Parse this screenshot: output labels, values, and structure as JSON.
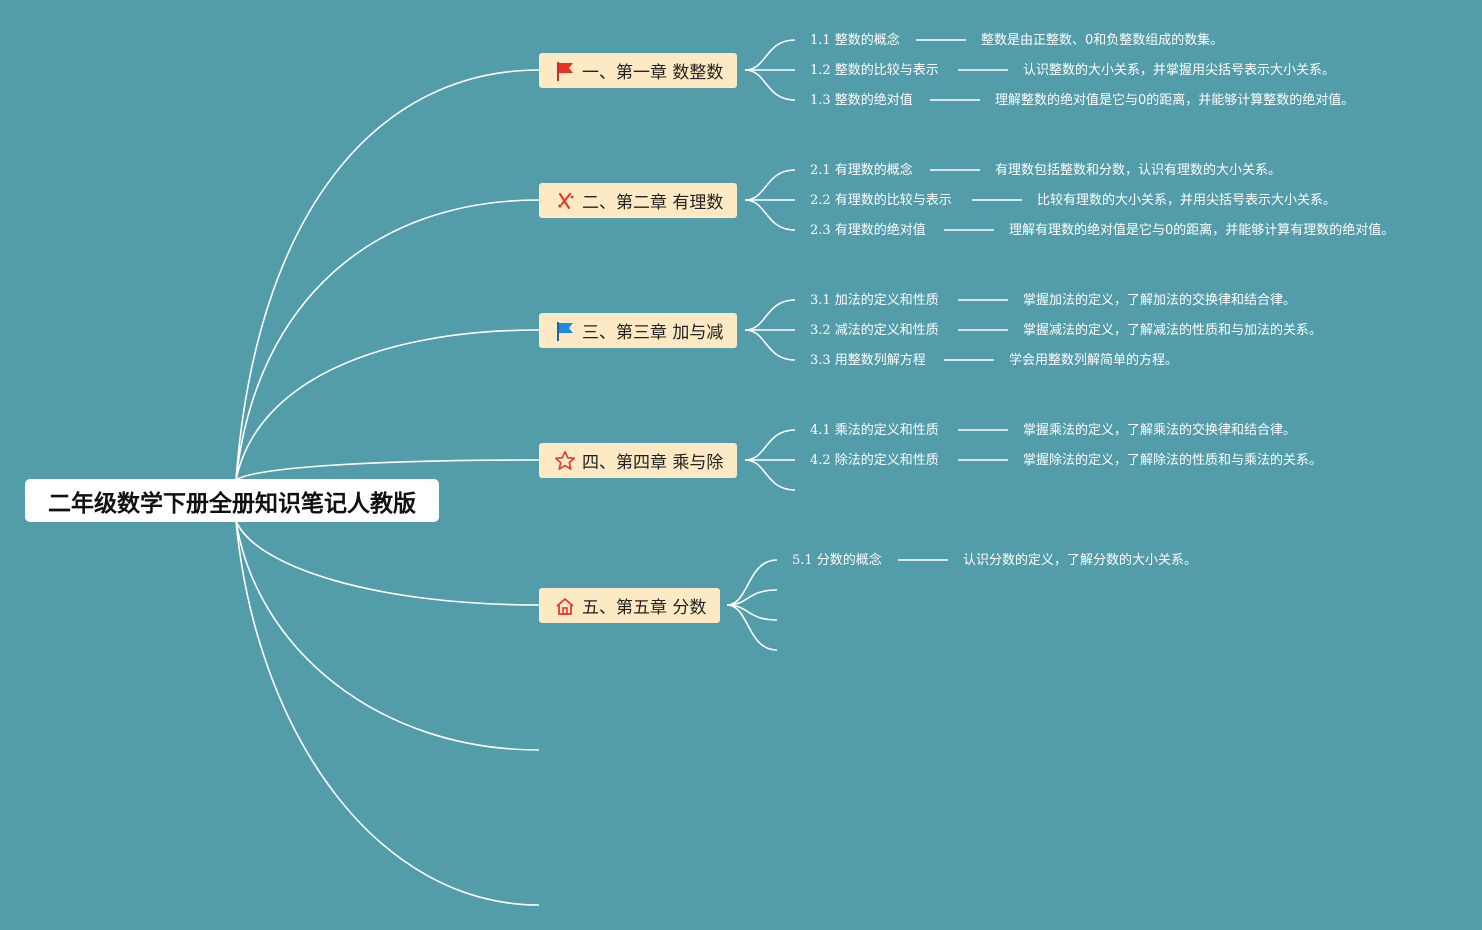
{
  "root": {
    "title": "二年级数学下册全册知识笔记人教版"
  },
  "colors": {
    "background": "#539ca9",
    "chapter_fill": "#fde9c3",
    "line": "#ffffff"
  },
  "chapters": [
    {
      "label": "一、第一章 数整数",
      "icon": "red-flag-icon",
      "topics": [
        {
          "label": "1.1 整数的概念",
          "desc": "整数是由正整数、0和负整数组成的数集。"
        },
        {
          "label": "1.2 整数的比较与表示",
          "desc": "认识整数的大小关系，并掌握用尖括号表示大小关系。"
        },
        {
          "label": "1.3 整数的绝对值",
          "desc": "理解整数的绝对值是它与0的距离，并能够计算整数的绝对值。"
        }
      ]
    },
    {
      "label": "二、第二章 有理数",
      "icon": "tools-icon",
      "topics": [
        {
          "label": "2.1 有理数的概念",
          "desc": "有理数包括整数和分数，认识有理数的大小关系。"
        },
        {
          "label": "2.2 有理数的比较与表示",
          "desc": "比较有理数的大小关系，并用尖括号表示大小关系。"
        },
        {
          "label": "2.3 有理数的绝对值",
          "desc": "理解有理数的绝对值是它与0的距离，并能够计算有理数的绝对值。"
        }
      ]
    },
    {
      "label": "三、第三章 加与减",
      "icon": "blue-flag-icon",
      "topics": [
        {
          "label": "3.1 加法的定义和性质",
          "desc": "掌握加法的定义，了解加法的交换律和结合律。"
        },
        {
          "label": "3.2 减法的定义和性质",
          "desc": "掌握减法的定义，了解减法的性质和与加法的关系。"
        },
        {
          "label": "3.3 用整数列解方程",
          "desc": "学会用整数列解简单的方程。"
        }
      ]
    },
    {
      "label": "四、第四章 乘与除",
      "icon": "star-icon",
      "topics": [
        {
          "label": "4.1 乘法的定义和性质",
          "desc": "掌握乘法的定义，了解乘法的交换律和结合律。"
        },
        {
          "label": "4.2 除法的定义和性质",
          "desc": "掌握除法的定义，了解除法的性质和与乘法的关系。"
        }
      ]
    },
    {
      "label": "五、第五章 分数",
      "icon": "home-icon",
      "topics": [
        {
          "label": "5.1 分数的概念",
          "desc": "认识分数的定义，了解分数的大小关系。"
        }
      ]
    }
  ]
}
